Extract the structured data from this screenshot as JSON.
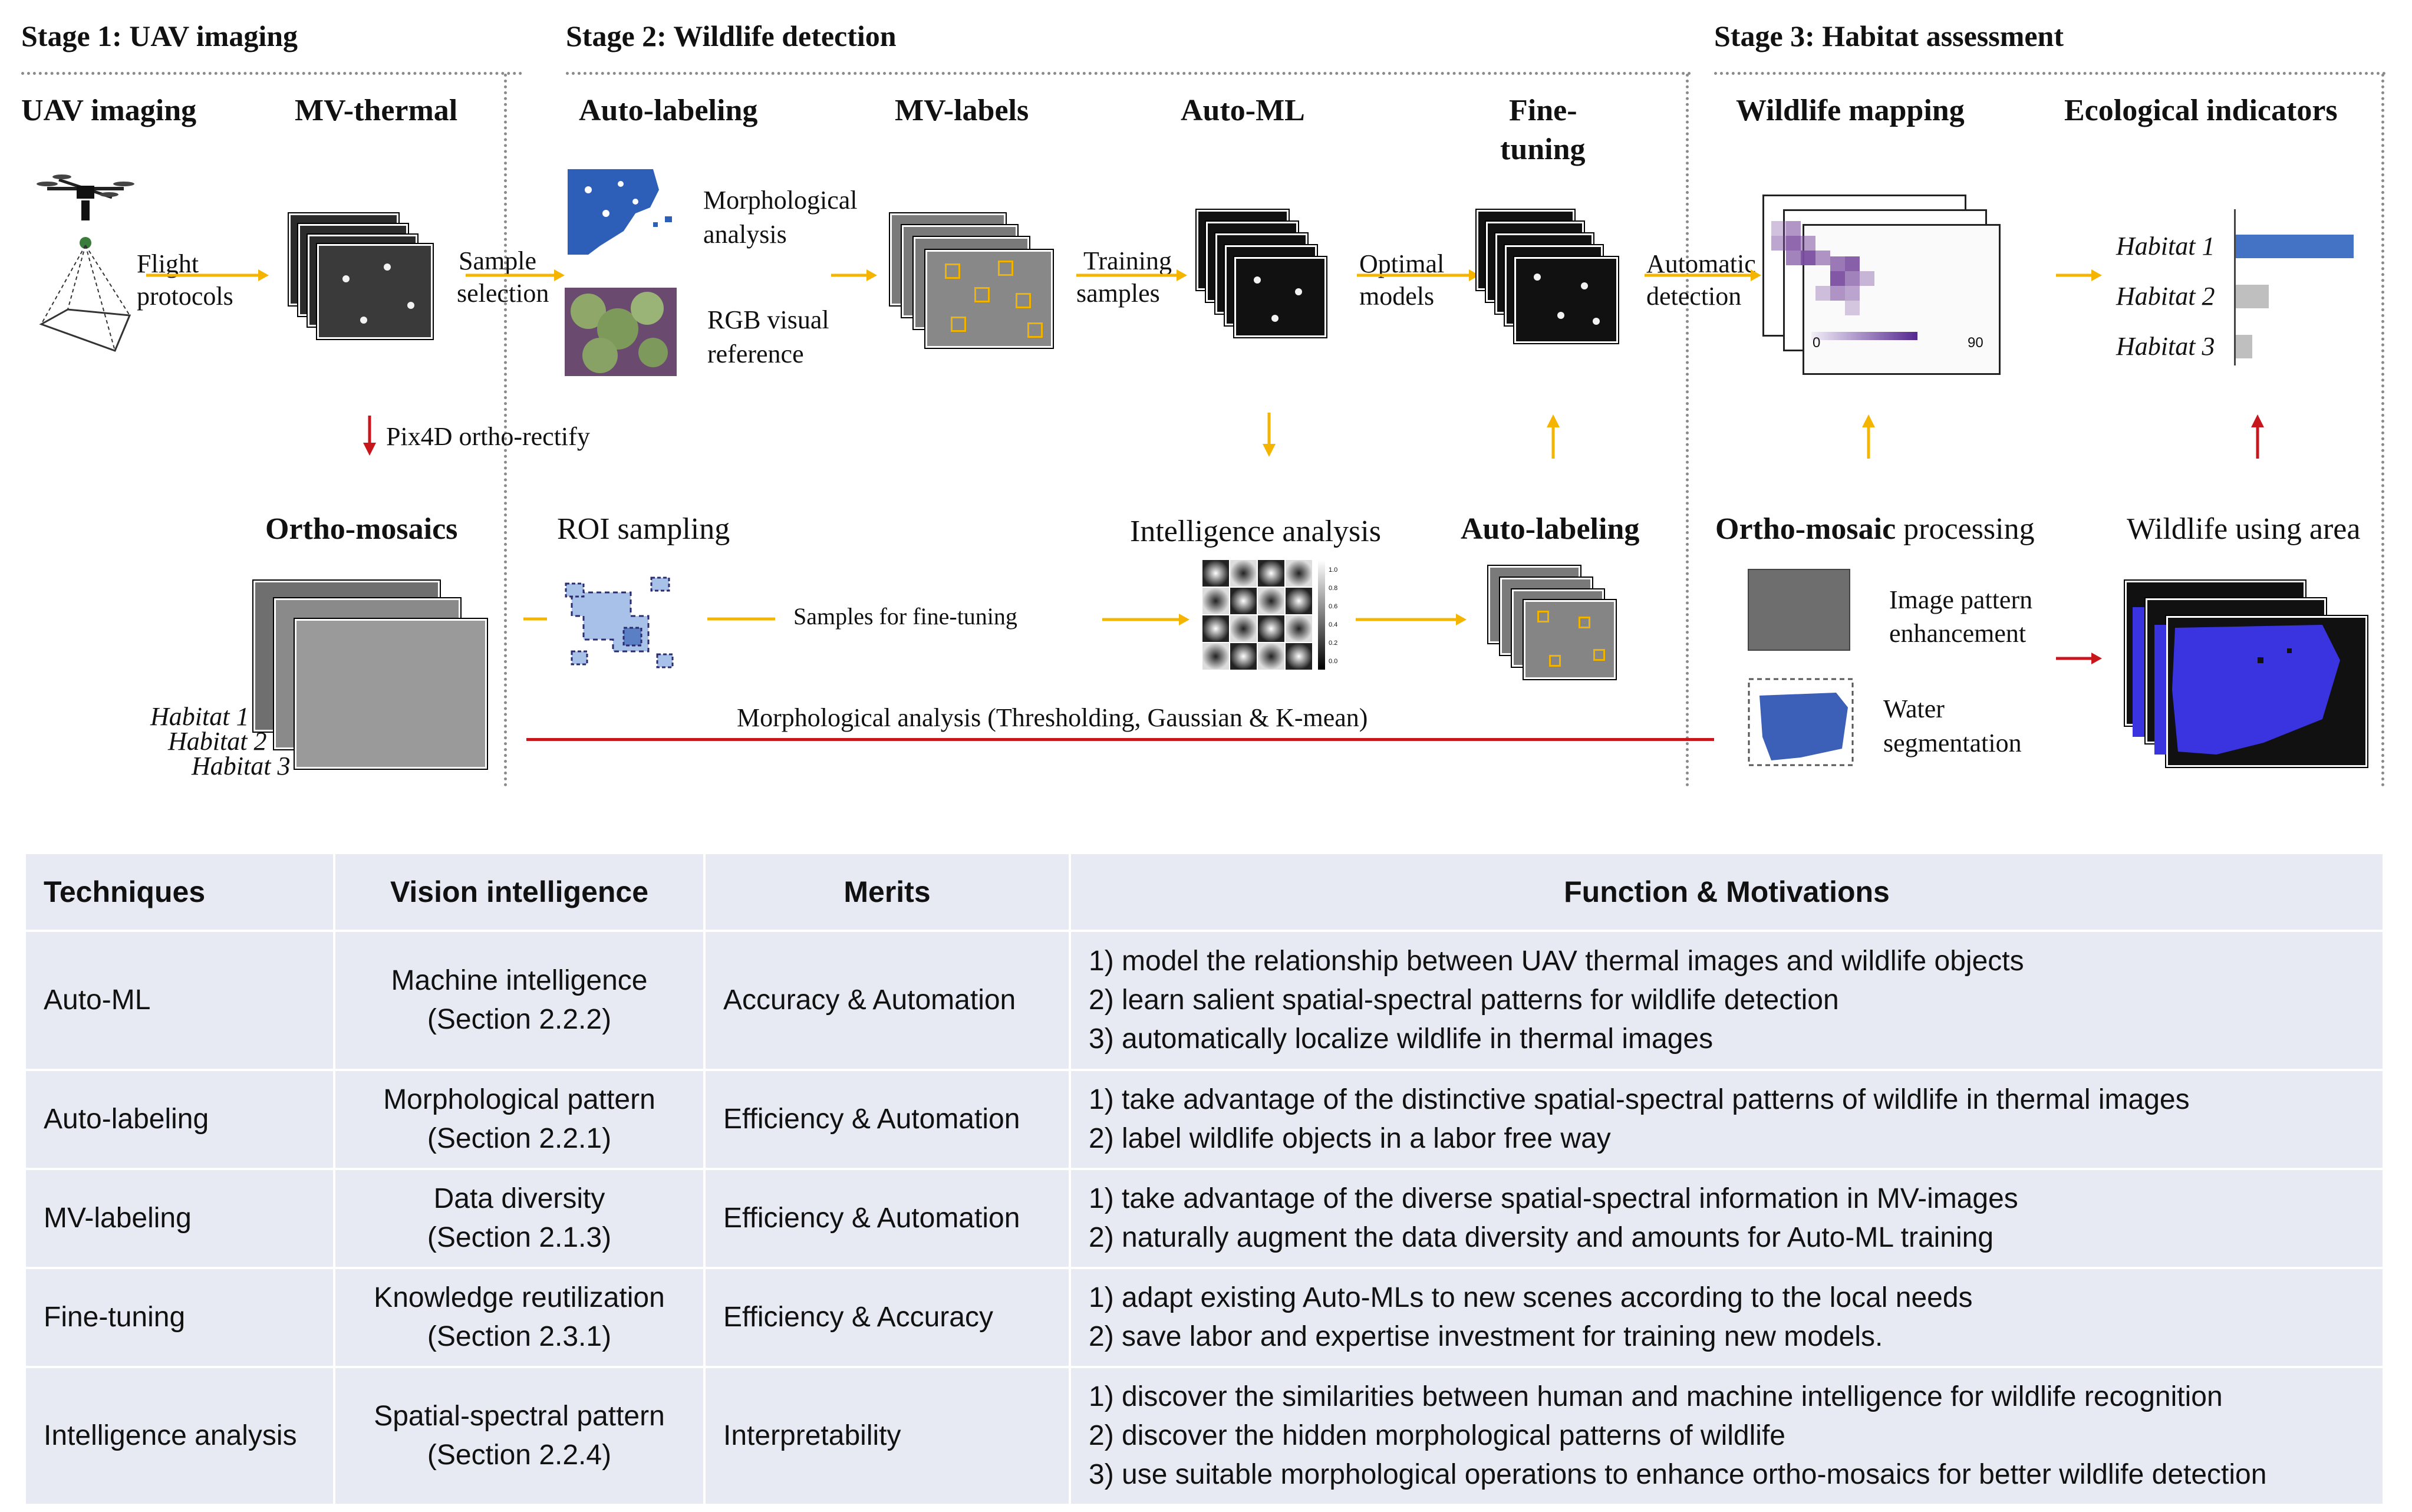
{
  "stages": {
    "s1": "Stage 1: UAV imaging",
    "s2": "Stage 2: Wildlife detection",
    "s3": "Stage 3: Habitat assessment"
  },
  "headings": {
    "uav_imaging": "UAV imaging",
    "mv_thermal": "MV-thermal",
    "auto_labeling": "Auto-labeling",
    "mv_labels": "MV-labels",
    "auto_ml": "Auto-ML",
    "fine_tuning_1": "Fine-",
    "fine_tuning_2": "tuning",
    "wildlife_mapping": "Wildlife mapping",
    "ecological_indicators": "Ecological indicators",
    "ortho_mosaics": "Ortho-mosaics",
    "auto_labeling_bottom": "Auto-labeling",
    "ortho_mosaic_bold": "Ortho-mosaic",
    "ortho_mosaic_rest": " processing"
  },
  "labels": {
    "flight_1": "Flight",
    "flight_2": "protocols",
    "sample_1": "Sample",
    "sample_2": "selection",
    "morph_1": "Morphological",
    "morph_2": "analysis",
    "rgb_1": "RGB visual",
    "rgb_2": "reference",
    "training_1": "Training",
    "training_2": "samples",
    "optimal_1": "Optimal",
    "optimal_2": "models",
    "automatic_1": "Automatic",
    "automatic_2": "detection",
    "pix4d": "Pix4D ortho-rectify",
    "roi": "ROI sampling",
    "samples_ft": "Samples for fine-tuning",
    "intelligence": "Intelligence analysis",
    "wildlife_area": "Wildlife using area",
    "img_pattern_1": "Image pattern",
    "img_pattern_2": "enhancement",
    "water_1": "Water",
    "water_2": "segmentation",
    "morph_long": "Morphological analysis (Thresholding, Gaussian & K-mean)",
    "hab1": "Habitat 1",
    "hab2": "Habitat 2",
    "hab3": "Habitat 3",
    "scale_min": "0",
    "scale_max": "90",
    "heat_ticks": [
      "1.0",
      "0.8",
      "0.6",
      "0.4",
      "0.2",
      "0.0"
    ]
  },
  "indicators": {
    "habitats": [
      "Habitat 1",
      "Habitat 2",
      "Habitat 3"
    ],
    "values": [
      1.0,
      0.28,
      0.14
    ]
  },
  "colors": {
    "arrow_yellow": "#f5b400",
    "arrow_red": "#c8161d",
    "bar_blue": "#4472c4",
    "bar_gray": "#bfbfbf",
    "table_bg": "#e7eaf3",
    "water_blue": "#3a33e0"
  },
  "table": {
    "headers": [
      "Techniques",
      "Vision intelligence",
      "Merits",
      "Function & Motivations"
    ],
    "rows": [
      {
        "technique": "Auto-ML",
        "vision_1": "Machine intelligence",
        "vision_2": "(Section 2.2.2)",
        "merits": "Accuracy & Automation",
        "functions": [
          "1) model the relationship between UAV thermal images and wildlife objects",
          "2) learn salient spatial-spectral patterns for wildlife detection",
          "3) automatically localize wildlife in thermal images"
        ]
      },
      {
        "technique": "Auto-labeling",
        "vision_1": "Morphological pattern",
        "vision_2": "(Section 2.2.1)",
        "merits": "Efficiency & Automation",
        "functions": [
          "1) take advantage of the distinctive spatial-spectral patterns of wildlife in thermal images",
          "2) label wildlife objects in a labor free way"
        ]
      },
      {
        "technique": "MV-labeling",
        "vision_1": "Data diversity",
        "vision_2": "(Section 2.1.3)",
        "merits": "Efficiency & Automation",
        "functions": [
          "1) take advantage of the diverse spatial-spectral information in MV-images",
          "2) naturally augment the data diversity and amounts for Auto-ML training"
        ]
      },
      {
        "technique": "Fine-tuning",
        "vision_1": "Knowledge reutilization",
        "vision_2": "(Section 2.3.1)",
        "merits": "Efficiency & Accuracy",
        "functions": [
          "1) adapt existing Auto-MLs to new scenes according to the local needs",
          "2) save labor and expertise investment for training new models."
        ]
      },
      {
        "technique": "Intelligence analysis",
        "vision_1": "Spatial-spectral pattern",
        "vision_2": "(Section 2.2.4)",
        "merits": "Interpretability",
        "functions": [
          "1) discover the similarities between human and machine intelligence for wildlife recognition",
          "2) discover the hidden morphological patterns of wildlife",
          "3) use suitable morphological operations to enhance ortho-mosaics for better wildlife detection"
        ]
      }
    ]
  }
}
